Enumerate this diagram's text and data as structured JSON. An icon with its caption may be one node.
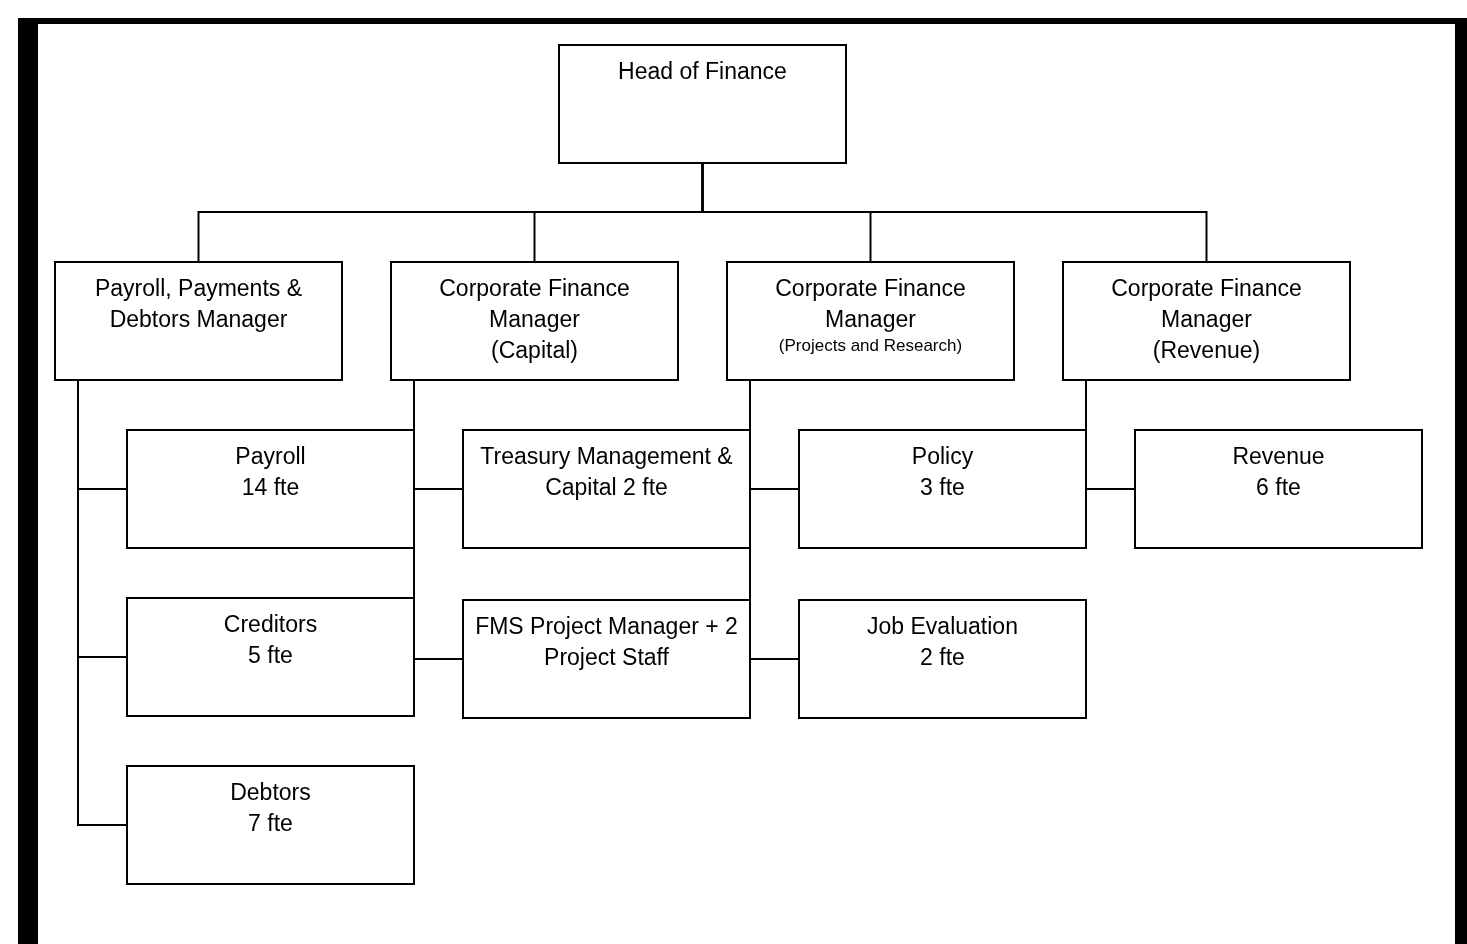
{
  "diagram": {
    "nodes": [
      {
        "text": [
          "Head of Finance"
        ]
      },
      {
        "text": [
          "Payroll, Payments & Debtors Manager"
        ]
      },
      {
        "text": [
          "Corporate Finance Manager",
          "(Capital)"
        ]
      },
      {
        "text": [
          "Corporate Finance Manager",
          "(Projects and Research)"
        ]
      },
      {
        "text": [
          "Corporate Finance Manager",
          "(Revenue)"
        ]
      },
      {
        "text": [
          "Payroll",
          "14 fte"
        ]
      },
      {
        "text": [
          "Creditors",
          "5 fte"
        ]
      },
      {
        "text": [
          "Debtors",
          "7 fte"
        ]
      },
      {
        "text": [
          "Treasury Management & Capital 2 fte"
        ]
      },
      {
        "text": [
          "FMS Project Manager + 2 Project Staff"
        ]
      },
      {
        "text": [
          "Policy",
          "3 fte"
        ]
      },
      {
        "text": [
          "Job Evaluation",
          "2 fte"
        ]
      },
      {
        "text": [
          "Revenue",
          "6 fte"
        ]
      }
    ],
    "edges": [
      {
        "from": 0,
        "to": 1,
        "arrow": "none"
      },
      {
        "from": 0,
        "to": 2,
        "arrow": "none"
      },
      {
        "from": 0,
        "to": 3,
        "arrow": "none"
      },
      {
        "from": 0,
        "to": 4,
        "arrow": "none"
      },
      {
        "from": 1,
        "to": 5,
        "arrow": "none"
      },
      {
        "from": 1,
        "to": 6,
        "arrow": "none"
      },
      {
        "from": 1,
        "to": 7,
        "arrow": "none"
      },
      {
        "from": 2,
        "to": 8,
        "arrow": "none"
      },
      {
        "from": 2,
        "to": 9,
        "arrow": "none"
      },
      {
        "from": 3,
        "to": 10,
        "arrow": "none"
      },
      {
        "from": 3,
        "to": 11,
        "arrow": "none"
      },
      {
        "from": 4,
        "to": 12,
        "arrow": "none"
      }
    ]
  }
}
